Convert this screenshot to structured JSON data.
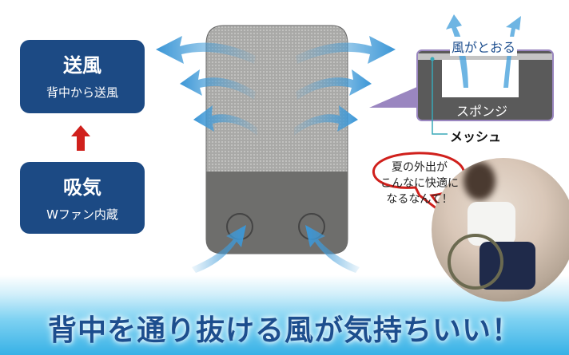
{
  "left_boxes": {
    "blow": {
      "title": "送風",
      "subtitle": "背中から送風"
    },
    "intake": {
      "title": "吸気",
      "subtitle": "Wファン内蔵"
    }
  },
  "diagram": {
    "wind_label": "風がとおる",
    "sponge_label": "スポンジ",
    "mesh_label": "メッシュ"
  },
  "speech_bubble": {
    "lines": [
      "夏の外出が",
      "こんなに快適に",
      "なるなんて！"
    ]
  },
  "headline": "背中を通り抜ける風が気持ちいい！",
  "colors": {
    "navy": "#1c4a84",
    "arrow_blue": "#4aa3dc",
    "red": "#d0201c",
    "purple": "#9a86c0"
  }
}
